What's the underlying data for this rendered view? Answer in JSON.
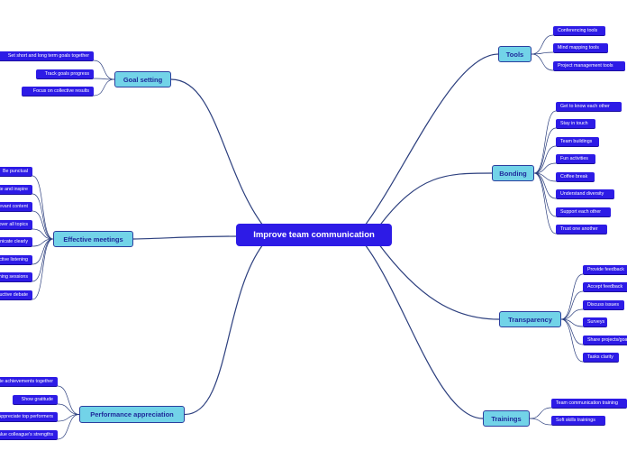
{
  "central": "Improve team communication",
  "branches": {
    "goal": {
      "label": "Goal setting",
      "items": [
        "Set short and long term goals together",
        "Track goals progress",
        "Focus on collective results"
      ]
    },
    "meetings": {
      "label": "Effective meetings",
      "items": [
        "Be punctual",
        "Motivate and inspire",
        "Relevant content",
        "Cover all topics",
        "Communicate clearly",
        "Active listening",
        "Brainstorming sessions",
        "Productive debate"
      ]
    },
    "appreciation": {
      "label": "Performance appreciation",
      "items": [
        "Celebrate achievements together",
        "Show gratitude",
        "Appreciate top performers",
        "Value colleague's strengths"
      ]
    },
    "tools": {
      "label": "Tools",
      "items": [
        "Conferencing tools",
        "Mind mapping tools",
        "Project management tools"
      ]
    },
    "bonding": {
      "label": "Bonding",
      "items": [
        "Get to know each other",
        "Stay in touch",
        "Team buildings",
        "Fun activities",
        "Coffee break",
        "Understand diversity",
        "Support each other",
        "Trust one another"
      ]
    },
    "transparency": {
      "label": "Transparency",
      "items": [
        "Provide feedback",
        "Accept feedback",
        "Discuss issues",
        "Surveys",
        "Share projects/goals",
        "Tasks clarity"
      ]
    },
    "trainings": {
      "label": "Trainings",
      "items": [
        "Team communication training",
        "Soft skills trainings"
      ]
    }
  },
  "colors": {
    "central_bg": "#2d1be6",
    "main_bg": "#72d3e8",
    "main_text": "#1f2a9a",
    "sub_bg": "#2d1be6",
    "connector": "#2c3f7e"
  }
}
